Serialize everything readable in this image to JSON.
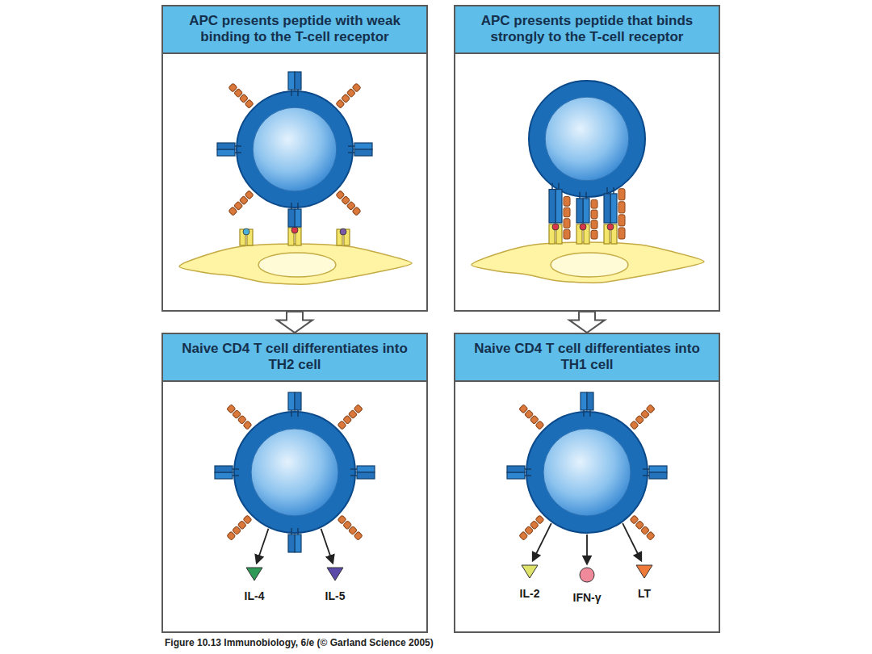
{
  "diagram": {
    "caption": "Figure 10.13 Immunobiology, 6/e (© Garland Science 2005)",
    "nodes": [
      {
        "text": [
          "APC presents peptide with weak binding to the T-cell receptor"
        ]
      },
      {
        "text": [
          "APC presents peptide that binds strongly to the T-cell receptor"
        ]
      },
      {
        "text": [
          "Naive CD4 T cell differentiates into TH2 cell"
        ]
      },
      {
        "text": [
          "Naive CD4 T cell differentiates into TH1 cell"
        ]
      }
    ],
    "edges": [
      {
        "from": 0,
        "to": 2,
        "arrow": "to"
      },
      {
        "from": 1,
        "to": 3,
        "arrow": "to"
      }
    ],
    "labels": [
      "IL-4",
      "IL-5",
      "IL-2",
      "IFN-γ",
      "LT"
    ]
  }
}
